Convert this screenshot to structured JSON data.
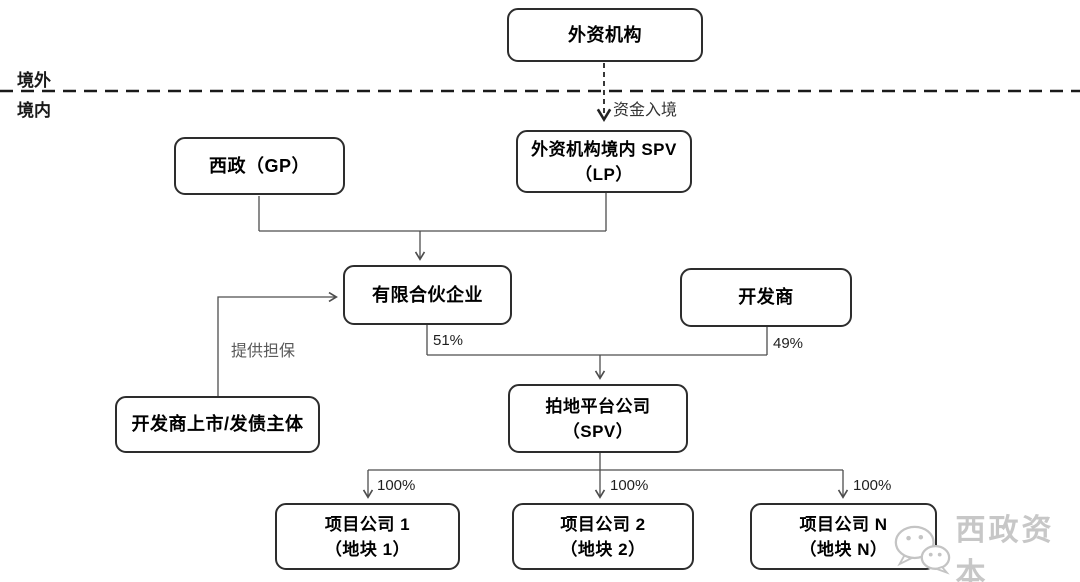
{
  "diagram": {
    "region_labels": {
      "offshore": "境外",
      "onshore": "境内"
    },
    "nodes": {
      "foreign_institution": {
        "label": "外资机构"
      },
      "xizheng_gp": {
        "label": "西政（GP）"
      },
      "onshore_spv": {
        "label": "外资机构境内 SPV\n（LP）"
      },
      "limited_partnership": {
        "label": "有限合伙企业"
      },
      "developer": {
        "label": "开发商"
      },
      "developer_listed_entity": {
        "label": "开发商上市/发债主体"
      },
      "land_platform_company": {
        "label": "拍地平台公司\n（SPV）"
      },
      "project_company_1": {
        "label": "项目公司 1\n（地块 1）"
      },
      "project_company_2": {
        "label": "项目公司 2\n（地块 2）"
      },
      "project_company_n": {
        "label": "项目公司 N\n（地块 N）"
      }
    },
    "edge_labels": {
      "capital_entry": "资金入境",
      "guarantee": "提供担保",
      "partnership_share": "51%",
      "developer_share": "49%",
      "project1_share": "100%",
      "project2_share": "100%",
      "projectn_share": "100%"
    },
    "watermark": {
      "brand": "西政资本"
    },
    "colors": {
      "box_border": "#2d2d2d",
      "connector_line": "#4d4d4d",
      "divider_line": "#1a1a1a",
      "text": "#000000",
      "muted_label": "#595959",
      "watermark_gray": "#c7c7c7",
      "background": "#ffffff"
    }
  }
}
